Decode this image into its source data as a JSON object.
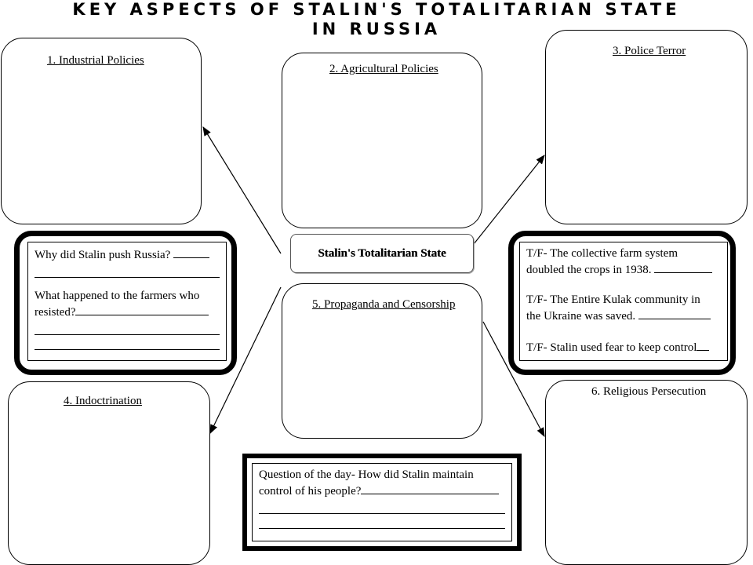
{
  "title": {
    "line1": "Key Aspects of Stalin's Totalitarian State",
    "line2": "in Russia"
  },
  "boxes": {
    "industrial": "1. Industrial Policies",
    "agricultural": "2. Agricultural Policies",
    "police": "3. Police Terror",
    "indoctrination": "4. Indoctrination",
    "propaganda": "5. Propaganda and Censorship",
    "religious": "6. Religious Persecution"
  },
  "center": "Stalin's Totalitarian State",
  "left_questions": {
    "q1": "Why did Stalin push Russia?",
    "q2_a": "What happened to the farmers who",
    "q2_b": "resisted?"
  },
  "true_false": {
    "tf1_a": "T/F- The collective farm system",
    "tf1_b": "doubled the crops in 1938.",
    "tf2_a": "T/F- The Entire Kulak community in",
    "tf2_b": "the Ukraine was saved.",
    "tf3": "T/F- Stalin used fear to keep control"
  },
  "question_of_day": {
    "line1": "Question of the day- How did Stalin maintain",
    "line2": "control of his people?"
  }
}
